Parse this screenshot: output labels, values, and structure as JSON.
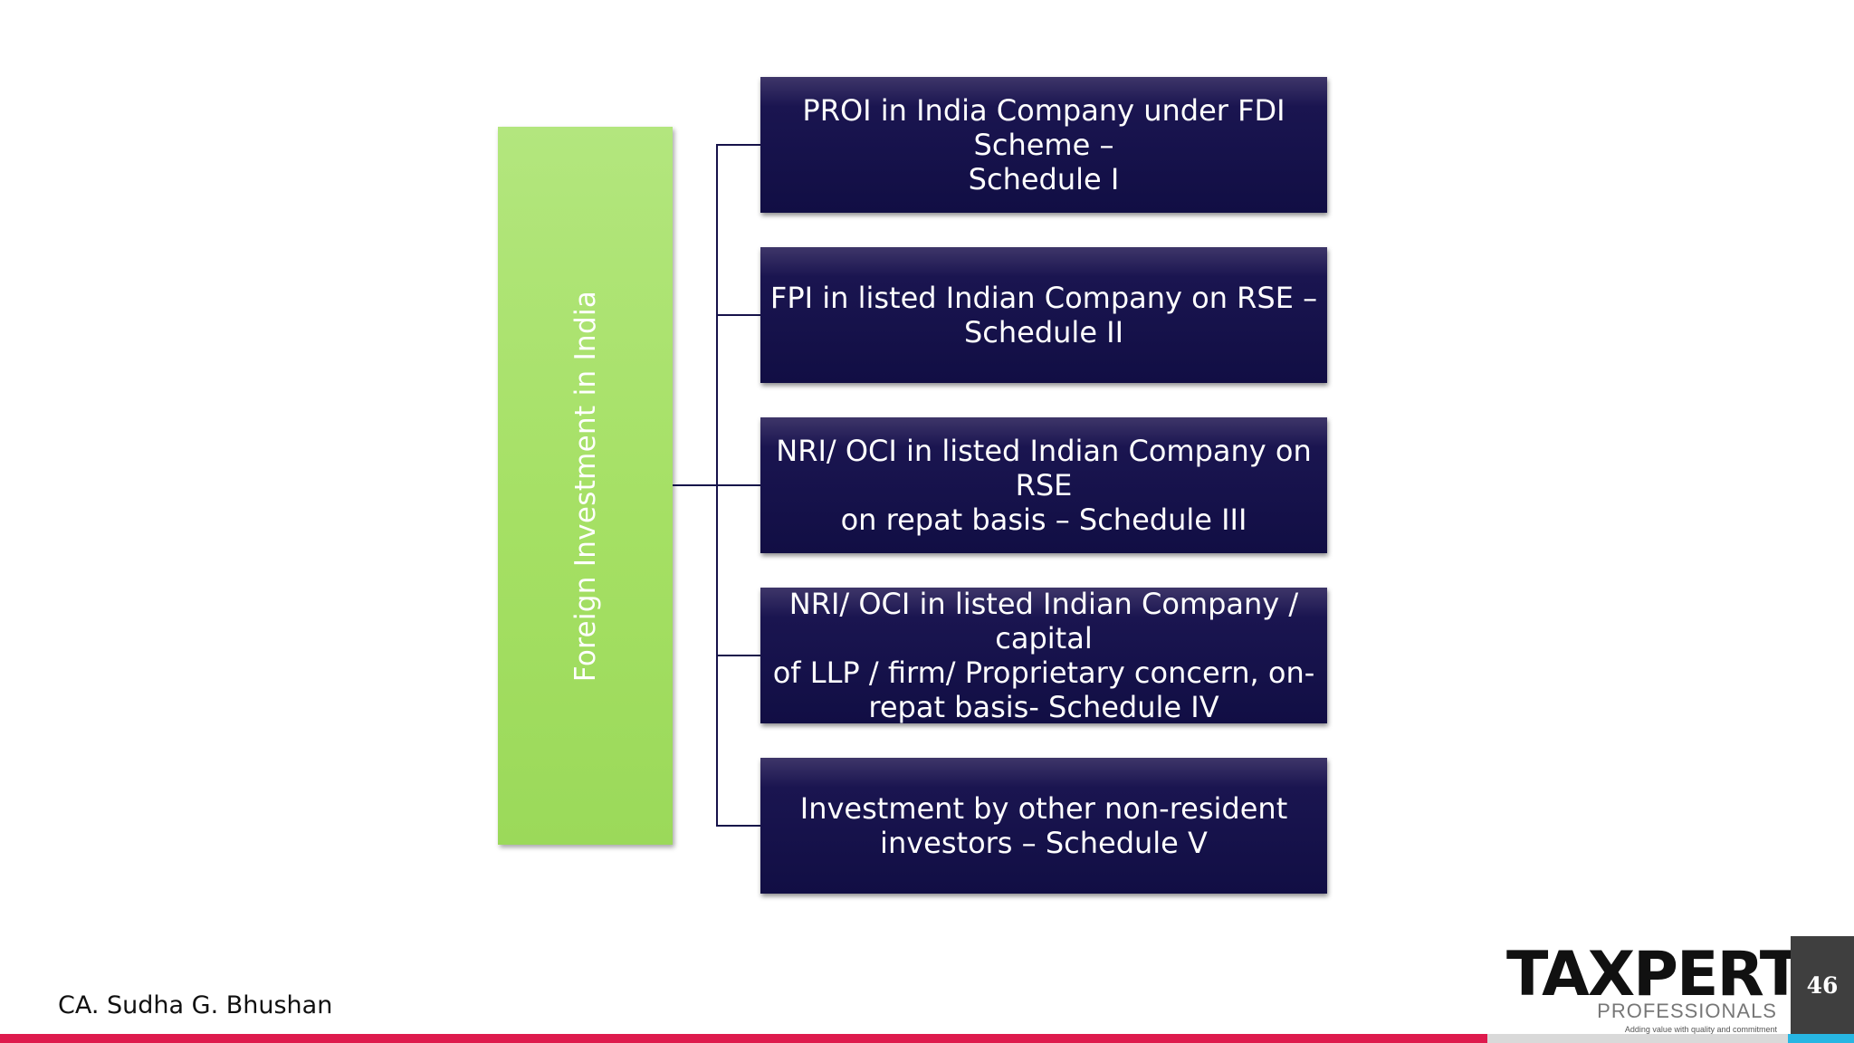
{
  "diagram": {
    "root": "Foreign Investment in India",
    "children": [
      "PROI in India Company under FDI Scheme –\nSchedule I",
      "FPI in listed Indian Company on RSE –\nSchedule II",
      "NRI/ OCI  in listed Indian Company on RSE\non repat basis – Schedule III",
      "NRI/ OCI  in listed Indian Company / capital\nof LLP / firm/  Proprietary concern, on-\nrepat basis- Schedule IV",
      "Investment by other non-resident\ninvestors – Schedule V"
    ]
  },
  "footer": {
    "author": "CA. Sudha G. Bhushan",
    "logo_main": "TAXPERT",
    "logo_sub": "PROFESSIONALS",
    "logo_tagline": "Adding value with quality and commitment",
    "page_number": "46"
  },
  "colors": {
    "root_fill": "#a5e064",
    "child_fill": "#16124a",
    "connector": "#16124a",
    "footer_red": "#de1a4d",
    "footer_blue": "#27b6e3"
  }
}
